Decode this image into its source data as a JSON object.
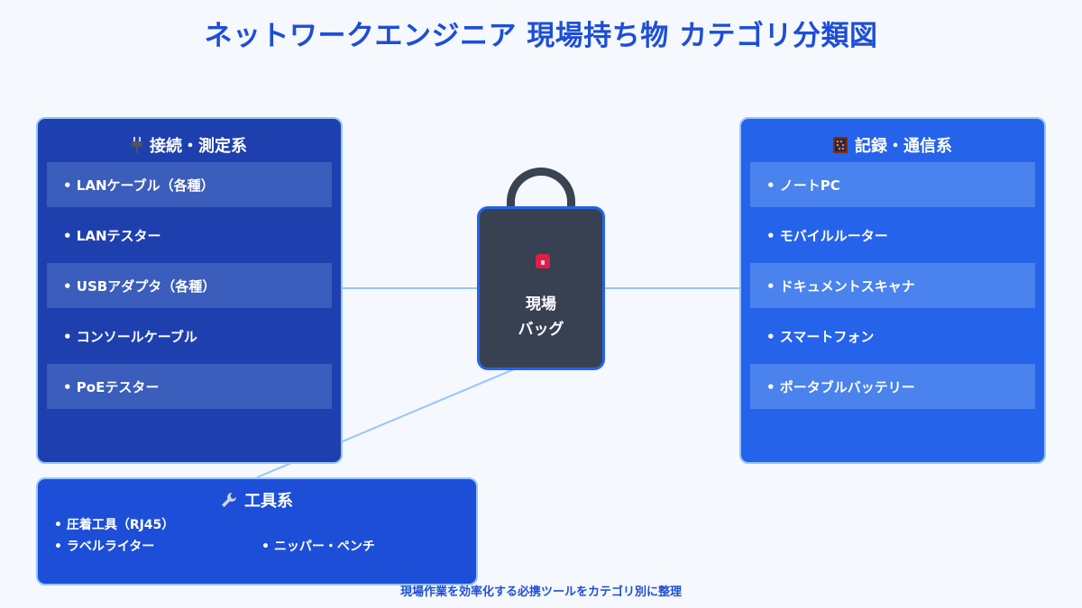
{
  "title": "ネットワークエンジニア 現場持ち物 カテゴリ分類図",
  "colors": {
    "title": "#1d4ed8",
    "left_panel": "#1e40af",
    "right_panel": "#2563eb",
    "bottom_panel": "#1d4ed8",
    "bag": "#374151",
    "connector": "#93c5fd"
  },
  "left_panel": {
    "icon": "plug-icon",
    "title": "接続・測定系",
    "items": [
      "• LANケーブル（各種）",
      "• LANテスター",
      "• USBアダプタ（各種）",
      "• コンソールケーブル",
      "• PoEテスター"
    ]
  },
  "right_panel": {
    "icon": "abacus-icon",
    "title": "記録・通信系",
    "items": [
      "• ノートPC",
      "• モバイルルーター",
      "• ドキュメントスキャナ",
      "• スマートフォン",
      "• ポータブルバッテリー"
    ]
  },
  "bottom_panel": {
    "icon": "wrench-icon",
    "title": "工具系",
    "items": [
      "• 圧着工具（RJ45）",
      "• ラベルライター",
      "• ニッパー・ペンチ"
    ]
  },
  "center": {
    "icon": "lock-icon",
    "line1": "現場",
    "line2": "バッグ"
  },
  "footer": "現場作業を効率化する必携ツールをカテゴリ別に整理"
}
